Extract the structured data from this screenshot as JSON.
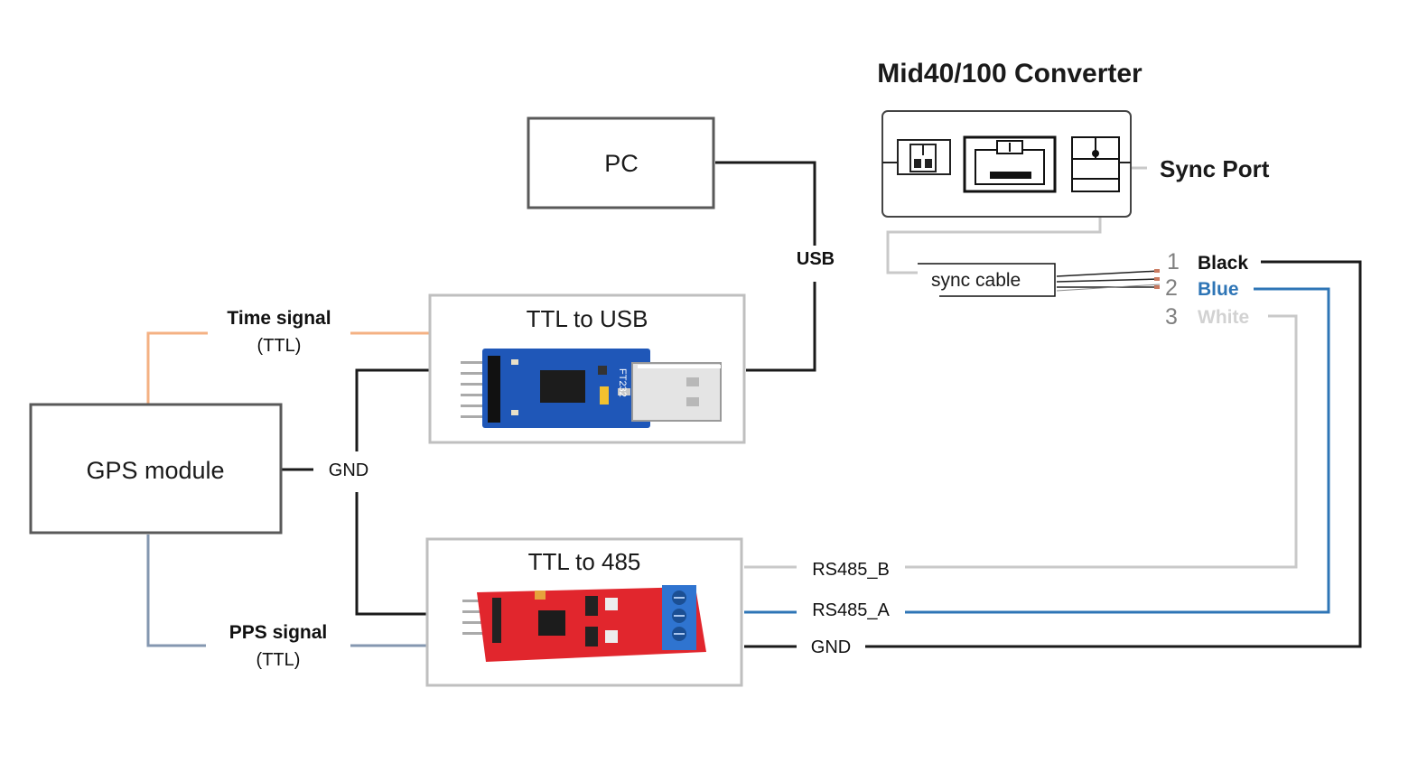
{
  "colors": {
    "black": "#1a1a1a",
    "orange": "#f4b183",
    "steel": "#8497b0",
    "blue": "#2e75b6",
    "lightgray": "#c9c9c9",
    "boxgray": "#595959",
    "panelgray": "#bfbfbf",
    "pcb_blue": "#1f57b8",
    "pcb_red": "#e1262d",
    "terminal_blue": "#2f74d0"
  },
  "blocks": {
    "pc": "PC",
    "gps": "GPS module",
    "ttl_usb": "TTL to USB",
    "ttl_485": "TTL to 485",
    "converter": "Mid40/100 Converter",
    "sync_port": "Sync Port",
    "sync_cable": "sync cable"
  },
  "signals": {
    "usb": "USB",
    "time_signal": "Time signal",
    "time_signal_sub": "(TTL)",
    "pps_signal": "PPS signal",
    "pps_signal_sub": "(TTL)",
    "gnd_left": "GND",
    "rs485_b": "RS485_B",
    "rs485_a": "RS485_A",
    "gnd_right": "GND"
  },
  "wires": [
    {
      "num": "1",
      "color_name": "Black"
    },
    {
      "num": "2",
      "color_name": "Blue"
    },
    {
      "num": "3",
      "color_name": "White"
    }
  ],
  "pcb": {
    "ftdi_label": "FT232"
  }
}
